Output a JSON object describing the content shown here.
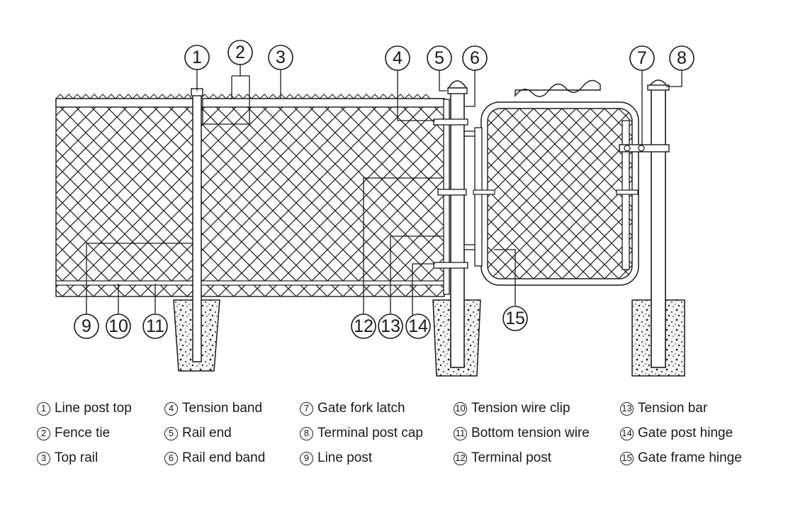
{
  "callouts": [
    {
      "num": "1",
      "text": "Line post top"
    },
    {
      "num": "2",
      "text": "Fence tie"
    },
    {
      "num": "3",
      "text": "Top rail"
    },
    {
      "num": "4",
      "text": "Tension band"
    },
    {
      "num": "5",
      "text": "Rail end"
    },
    {
      "num": "6",
      "text": "Rail end band"
    },
    {
      "num": "7",
      "text": "Gate fork latch"
    },
    {
      "num": "8",
      "text": "Terminal post cap"
    },
    {
      "num": "9",
      "text": "Line post"
    },
    {
      "num": "10",
      "text": "Tension wire clip"
    },
    {
      "num": "11",
      "text": "Bottom tension wire"
    },
    {
      "num": "12",
      "text": "Terminal post"
    },
    {
      "num": "13",
      "text": "Tension bar"
    },
    {
      "num": "14",
      "text": "Gate post hinge"
    },
    {
      "num": "15",
      "text": "Gate frame hinge"
    }
  ],
  "colors": {
    "line": "#1a1a1a",
    "background": "#ffffff",
    "concrete": "#f2f2f2"
  }
}
